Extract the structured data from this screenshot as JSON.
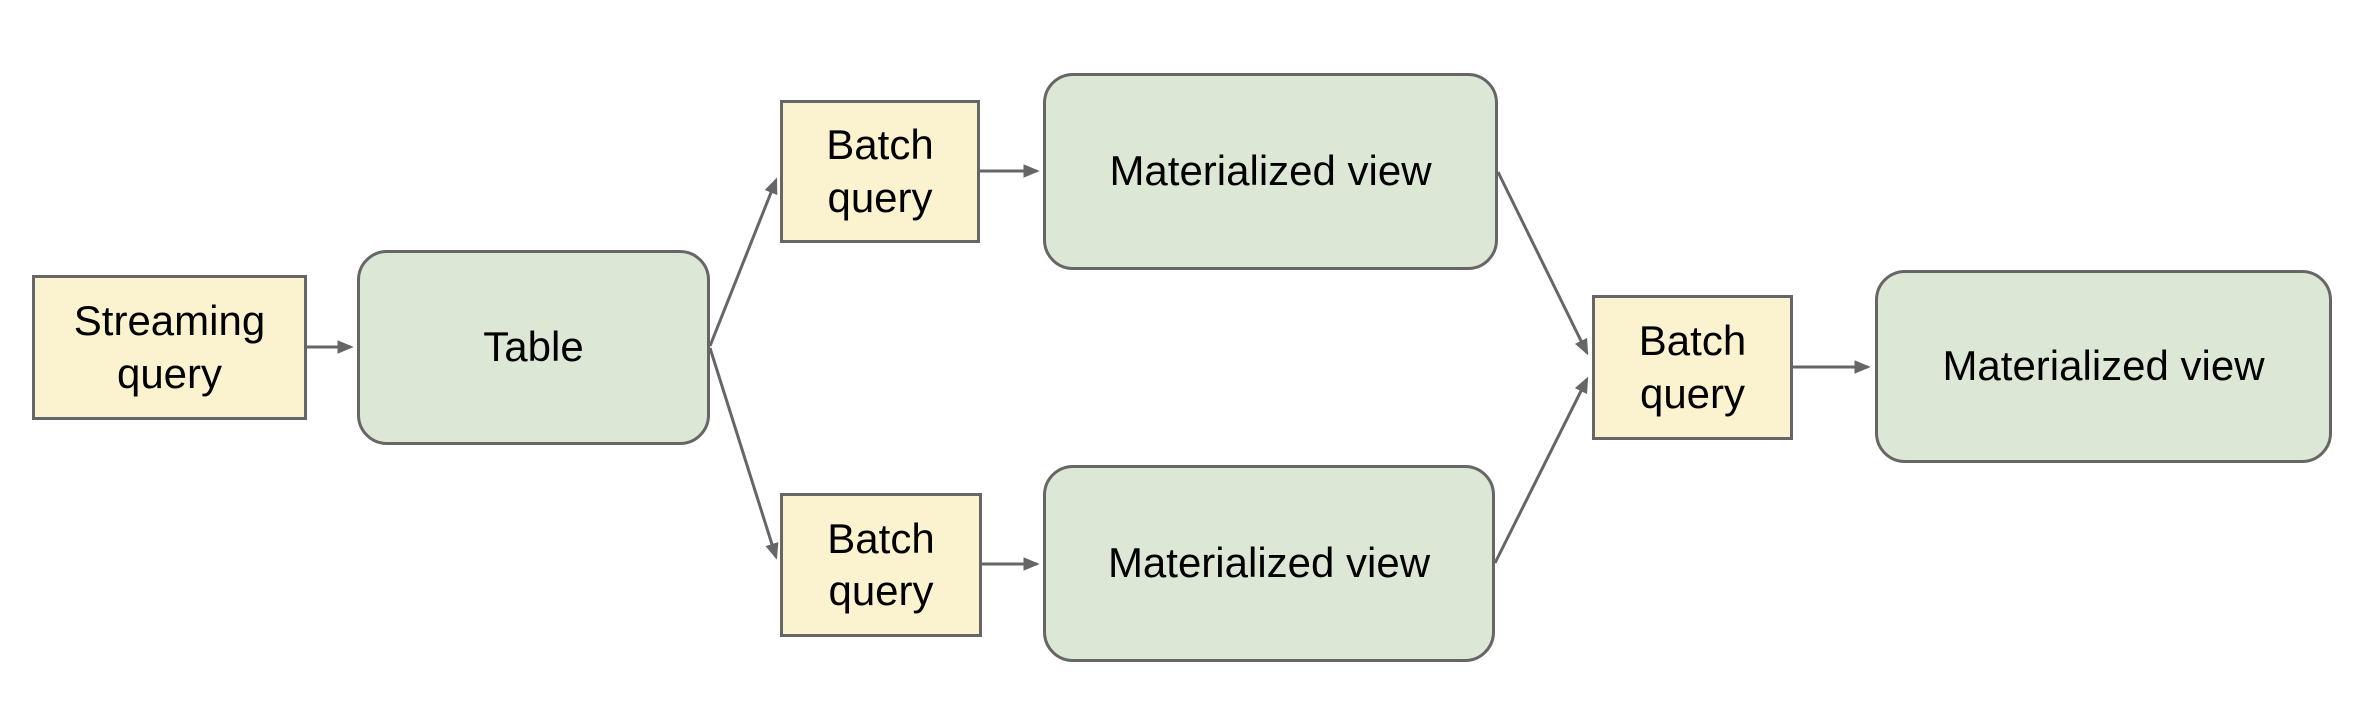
{
  "diagram": {
    "type": "flowchart",
    "background": "#ffffff",
    "colors": {
      "query_box_fill": "#fbf3d0",
      "table_view_box_fill": "#dce8d5",
      "box_border": "#666666",
      "arrow": "#666666",
      "text": "#000000"
    },
    "nodes": [
      {
        "id": "streaming-query",
        "label": "Streaming query",
        "kind": "query"
      },
      {
        "id": "table",
        "label": "Table",
        "kind": "table"
      },
      {
        "id": "batch-query-top",
        "label": "Batch query",
        "kind": "query"
      },
      {
        "id": "materialized-view-top",
        "label": "Materialized view",
        "kind": "view"
      },
      {
        "id": "batch-query-bottom",
        "label": "Batch query",
        "kind": "query"
      },
      {
        "id": "materialized-view-bottom",
        "label": "Materialized view",
        "kind": "view"
      },
      {
        "id": "batch-query-final",
        "label": "Batch query",
        "kind": "query"
      },
      {
        "id": "materialized-view-final",
        "label": "Materialized view",
        "kind": "view"
      }
    ],
    "edges": [
      {
        "from": "streaming-query",
        "to": "table"
      },
      {
        "from": "table",
        "to": "batch-query-top"
      },
      {
        "from": "batch-query-top",
        "to": "materialized-view-top"
      },
      {
        "from": "table",
        "to": "batch-query-bottom"
      },
      {
        "from": "batch-query-bottom",
        "to": "materialized-view-bottom"
      },
      {
        "from": "materialized-view-top",
        "to": "batch-query-final"
      },
      {
        "from": "materialized-view-bottom",
        "to": "batch-query-final"
      },
      {
        "from": "batch-query-final",
        "to": "materialized-view-final"
      }
    ]
  }
}
